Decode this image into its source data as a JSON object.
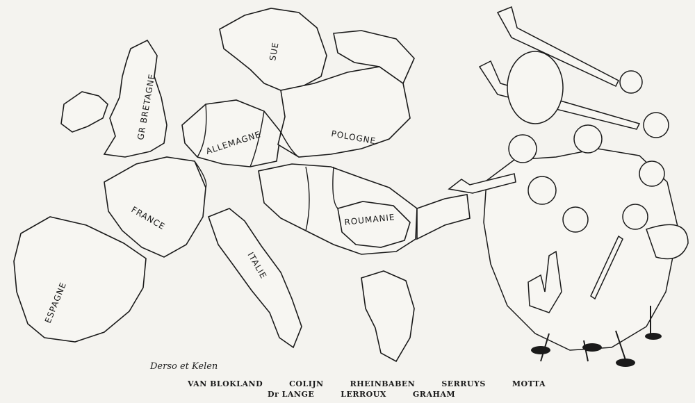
{
  "map": {
    "labels": {
      "sue": "SUE",
      "gr_bretagne": "GR BRETAGNE",
      "allemagne": "ALLEMAGNE",
      "pologne": "POLOGNE",
      "france": "FRANCE",
      "roumanie": "ROUMANIE",
      "italie": "ITALIE",
      "espagne": "ESPAGNE"
    }
  },
  "signature": "Derso et Kelen",
  "caption": {
    "row1": [
      "VAN BLOKLAND",
      "COLIJN",
      "RHEINBABEN",
      "SERRUYS",
      "MOTTA"
    ],
    "row2": [
      "Dr LANGE",
      "LERROUX",
      "GRAHAM"
    ]
  }
}
